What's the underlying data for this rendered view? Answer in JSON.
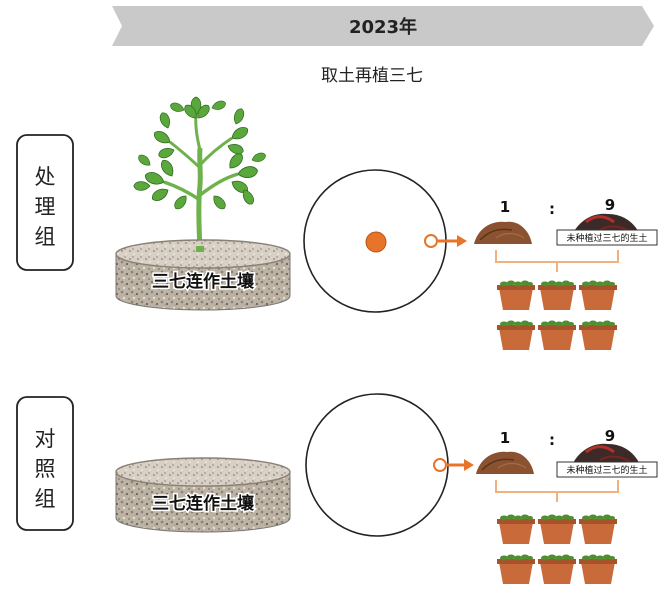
{
  "header": {
    "year": "2023年",
    "subtitle": "取土再植三七"
  },
  "groups": [
    {
      "label_chars": [
        "处",
        "理",
        "组"
      ],
      "soil_label": "三七连作土壤",
      "has_plant": true,
      "ratio_left": "1",
      "ratio_sep": ":",
      "ratio_right": "9",
      "new_soil_label": "未种植过三七的生土"
    },
    {
      "label_chars": [
        "对",
        "照",
        "组"
      ],
      "soil_label": "三七连作土壤",
      "has_plant": false,
      "ratio_left": "1",
      "ratio_sep": ":",
      "ratio_right": "9",
      "new_soil_label": "未种植过三七的生土"
    }
  ],
  "colors": {
    "banner": "#c9c9c9",
    "accent": "#e8742a",
    "bracket": "#f0b080",
    "pot": "#c96a3a",
    "pot_rim": "#a8512a",
    "leaf": "#5aa83c",
    "stem": "#6fb24b",
    "soil_old": "#8a5230",
    "soil_new": "#3b2a28",
    "soil_new_red": "#b0302a"
  }
}
